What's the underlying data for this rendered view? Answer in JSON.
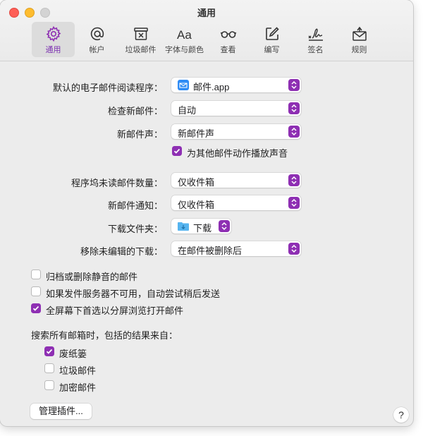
{
  "window": {
    "title": "通用"
  },
  "toolbar": {
    "items": [
      {
        "label": "通用",
        "icon": "gear-icon",
        "active": true
      },
      {
        "label": "帐户",
        "icon": "at-sign-icon"
      },
      {
        "label": "垃圾邮件",
        "icon": "junk-tray-icon"
      },
      {
        "label": "字体与颜色",
        "icon": "fonts-icon"
      },
      {
        "label": "查看",
        "icon": "glasses-icon"
      },
      {
        "label": "编写",
        "icon": "compose-icon"
      },
      {
        "label": "签名",
        "icon": "signature-icon"
      },
      {
        "label": "规则",
        "icon": "rules-envelope-icon"
      }
    ]
  },
  "settings": {
    "default_reader": {
      "label": "默认的电子邮件阅读程序：",
      "value": "邮件.app",
      "icon": "mail-app-icon"
    },
    "check_mail": {
      "label": "检查新邮件：",
      "value": "自动"
    },
    "new_mail_sound": {
      "label": "新邮件声：",
      "value": "新邮件声"
    },
    "play_sounds": {
      "label": "为其他邮件动作播放声音",
      "checked": true
    },
    "dock_unread": {
      "label": "程序坞未读邮件数量：",
      "value": "仅收件箱"
    },
    "notifications": {
      "label": "新邮件通知：",
      "value": "仅收件箱"
    },
    "downloads_folder": {
      "label": "下载文件夹：",
      "value": "下载",
      "icon": "downloads-folder-icon"
    },
    "remove_downloads": {
      "label": "移除未编辑的下载：",
      "value": "在邮件被删除后"
    },
    "archive_muted": {
      "label": "归档或删除静音的邮件",
      "checked": false
    },
    "retry_send": {
      "label": "如果发件服务器不可用，自动尝试稍后发送",
      "checked": false
    },
    "split_view": {
      "label": "全屏幕下首选以分屏浏览打开邮件",
      "checked": true
    },
    "search_heading": "搜索所有邮箱时，包括的结果来自：",
    "search_trash": {
      "label": "废纸篓",
      "checked": true
    },
    "search_junk": {
      "label": "垃圾邮件",
      "checked": false
    },
    "search_encrypted": {
      "label": "加密邮件",
      "checked": false
    }
  },
  "buttons": {
    "manage_plugins": "管理插件...",
    "help": "?"
  },
  "colors": {
    "accent": "#8e2fb3",
    "window_bg": "#ececec"
  }
}
